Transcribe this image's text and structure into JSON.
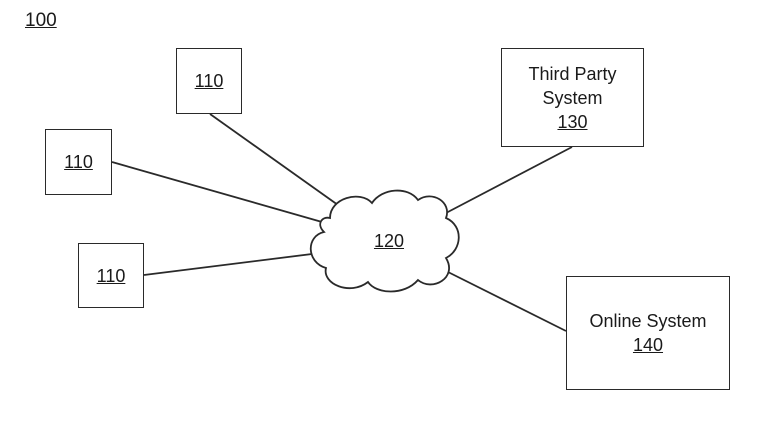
{
  "figure": {
    "number": "100"
  },
  "nodes": {
    "client_top": {
      "ref": "110"
    },
    "client_left": {
      "ref": "110"
    },
    "client_bottom": {
      "ref": "110"
    },
    "network": {
      "ref": "120"
    },
    "third_party": {
      "name_line1": "Third Party",
      "name_line2": "System",
      "ref": "130"
    },
    "online_system": {
      "name": "Online System",
      "ref": "140"
    }
  },
  "colors": {
    "stroke": "#2a2a2a",
    "background": "#ffffff"
  }
}
